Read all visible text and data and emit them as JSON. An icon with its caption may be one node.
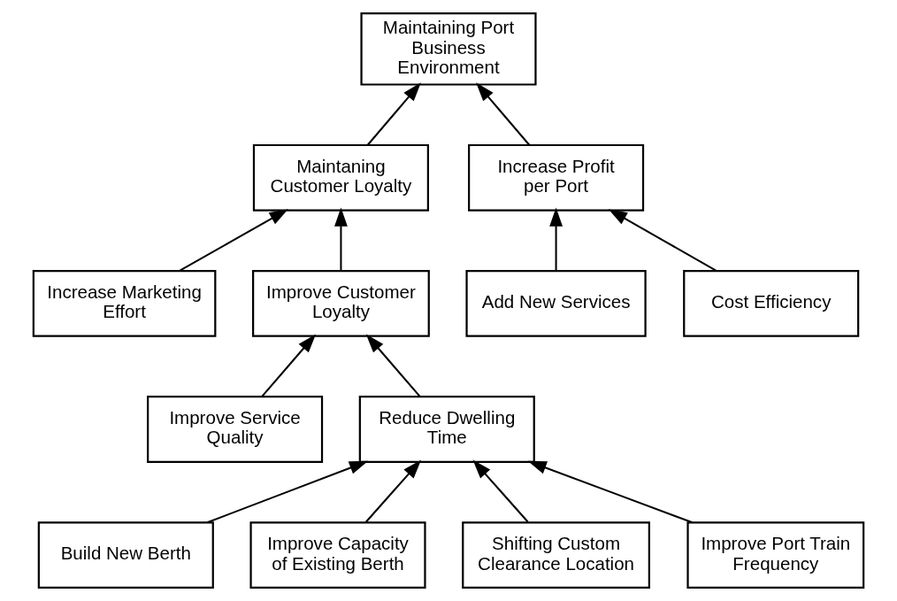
{
  "diagram": {
    "nodes": [
      {
        "text": [
          "Maintaining Port Business Environment"
        ]
      },
      {
        "text": [
          "Maintaning Customer Loyalty"
        ]
      },
      {
        "text": [
          "Increase Profit per Port"
        ]
      },
      {
        "text": [
          "Increase Marketing Effort"
        ]
      },
      {
        "text": [
          "Improve Customer Loyalty"
        ]
      },
      {
        "text": [
          "Add New Services"
        ]
      },
      {
        "text": [
          "Cost Efficiency"
        ]
      },
      {
        "text": [
          "Improve Service Quality"
        ]
      },
      {
        "text": [
          "Reduce Dwelling Time"
        ]
      },
      {
        "text": [
          "Build New Berth"
        ]
      },
      {
        "text": [
          "Improve Capacity of Existing Berth"
        ]
      },
      {
        "text": [
          "Shifting Custom Clearance Location"
        ]
      },
      {
        "text": [
          "Improve Port Train Frequency"
        ]
      }
    ],
    "edges": [
      {
        "from": 1,
        "to": 0,
        "arrow": "to"
      },
      {
        "from": 2,
        "to": 0,
        "arrow": "to"
      },
      {
        "from": 3,
        "to": 1,
        "arrow": "to"
      },
      {
        "from": 4,
        "to": 1,
        "arrow": "to"
      },
      {
        "from": 5,
        "to": 2,
        "arrow": "to"
      },
      {
        "from": 6,
        "to": 2,
        "arrow": "to"
      },
      {
        "from": 7,
        "to": 4,
        "arrow": "to"
      },
      {
        "from": 8,
        "to": 4,
        "arrow": "to"
      },
      {
        "from": 9,
        "to": 8,
        "arrow": "to"
      },
      {
        "from": 10,
        "to": 8,
        "arrow": "to"
      },
      {
        "from": 11,
        "to": 8,
        "arrow": "to"
      },
      {
        "from": 12,
        "to": 8,
        "arrow": "to"
      }
    ]
  }
}
